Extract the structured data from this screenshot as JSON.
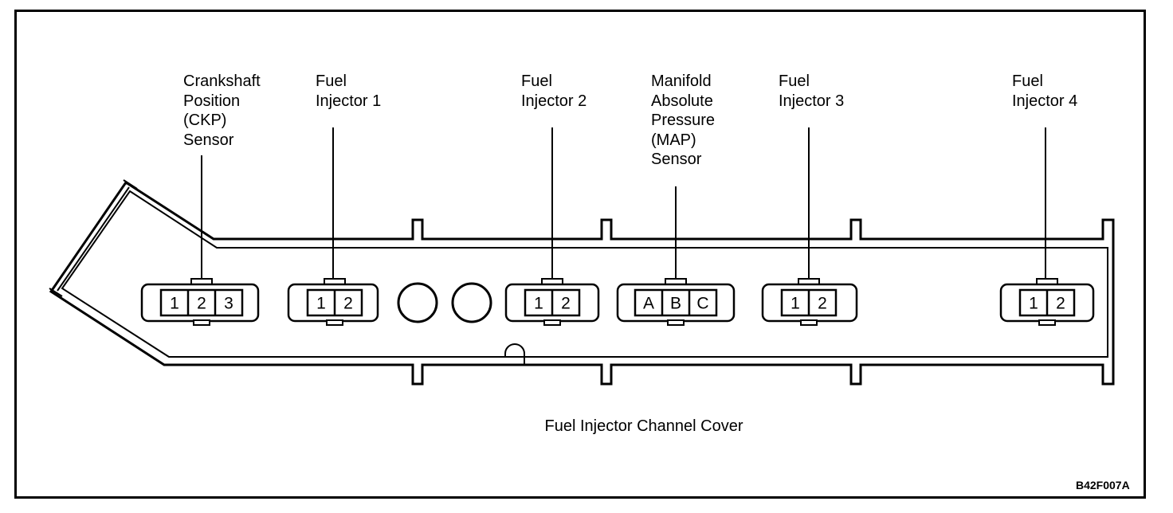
{
  "labels": {
    "ckp": [
      "Crankshaft",
      "Position",
      "(CKP)",
      "Sensor"
    ],
    "inj1": [
      "Fuel",
      "Injector 1"
    ],
    "inj2": [
      "Fuel",
      "Injector 2"
    ],
    "map": [
      "Manifold",
      "Absolute",
      "Pressure",
      "(MAP)",
      "Sensor"
    ],
    "inj3": [
      "Fuel",
      "Injector 3"
    ],
    "inj4": [
      "Fuel",
      "Injector 4"
    ]
  },
  "connectors": {
    "ckp": [
      "1",
      "2",
      "3"
    ],
    "inj1": [
      "1",
      "2"
    ],
    "inj2": [
      "1",
      "2"
    ],
    "map": [
      "A",
      "B",
      "C"
    ],
    "inj3": [
      "1",
      "2"
    ],
    "inj4": [
      "1",
      "2"
    ]
  },
  "cover_label": "Fuel Injector Channel Cover",
  "figure_id": "B42F007A"
}
